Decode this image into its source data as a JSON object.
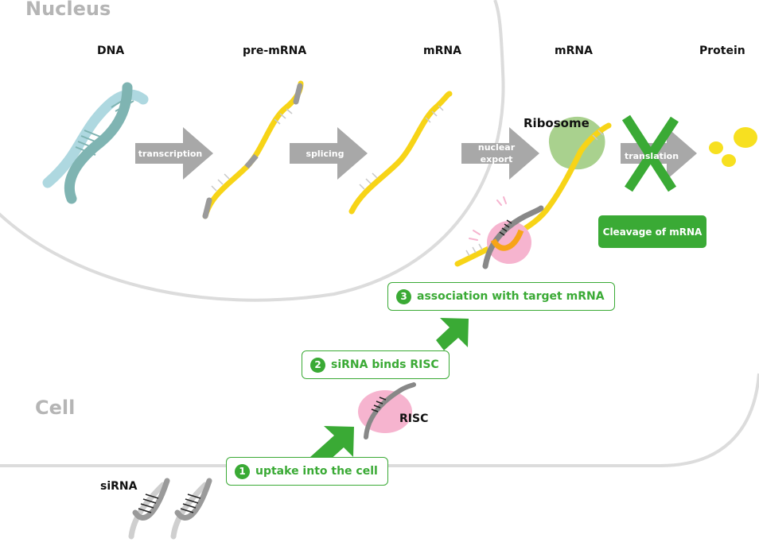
{
  "regions": {
    "nucleus": "Nucleus",
    "cell": "Cell"
  },
  "stages": {
    "dna": "DNA",
    "pre_mrna": "pre-mRNA",
    "mrna_nucleus": "mRNA",
    "mrna_cytoplasm": "mRNA",
    "protein": "Protein"
  },
  "processes": {
    "transcription": "transcription",
    "splicing": "splicing",
    "nuclear_export_line1": "nuclear",
    "nuclear_export_line2": "export",
    "translation": "translation"
  },
  "components": {
    "ribosome": "Ribosome",
    "risc": "RISC",
    "sirna": "siRNA"
  },
  "steps": [
    {
      "num": "1",
      "text": "uptake into the cell"
    },
    {
      "num": "2",
      "text": "siRNA binds RISC"
    },
    {
      "num": "3",
      "text": "association with target mRNA"
    }
  ],
  "cleavage": "Cleavage of mRNA",
  "colors": {
    "rna_strand": "#f7d417",
    "dna_teal": "#7fb4b2",
    "dna_light": "#aed8e0",
    "process_arrow": "#a8a8a8",
    "step_green": "#3aaa35",
    "ribosome": "#a9d18e",
    "risc": "#f6b4cf",
    "protein": "#f7e020",
    "membrane": "#dcdcdc"
  }
}
